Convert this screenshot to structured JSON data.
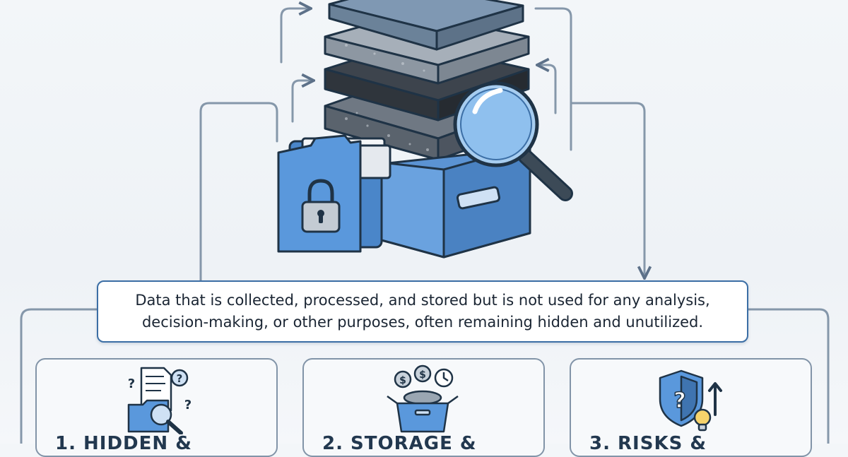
{
  "definition": {
    "text": "Data that is collected, processed, and stored but is not used for any analysis, decision-making, or other purposes, often remaining hidden and unutilized."
  },
  "cards": [
    {
      "title": "1. HIDDEN &",
      "icon": "hidden-files-icon"
    },
    {
      "title": "2. STORAGE &",
      "icon": "storage-costs-icon"
    },
    {
      "title": "3. RISKS &",
      "icon": "security-risk-icon"
    }
  ],
  "illustration": {
    "icons": [
      "database-layers-icon",
      "locked-folder-icon",
      "magnifying-glass-icon",
      "archive-box-icon"
    ]
  },
  "colors": {
    "accent_blue": "#3b6ea5",
    "folder_blue": "#4a86c9",
    "connector_gray": "#8597aa",
    "text_dark": "#1a2533"
  }
}
